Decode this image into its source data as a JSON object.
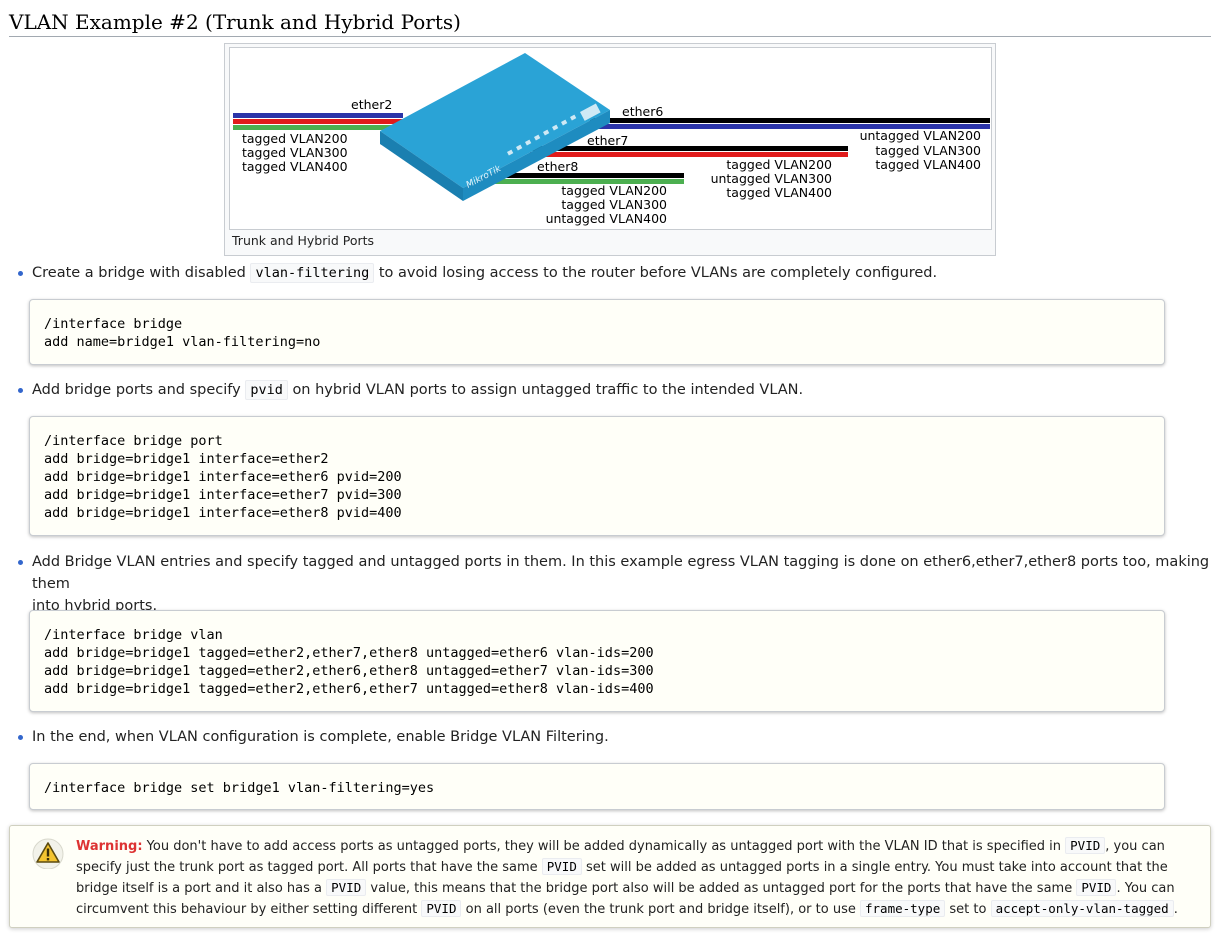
{
  "page": {
    "title": "VLAN Example #2 (Trunk and Hybrid Ports)"
  },
  "figure": {
    "caption": "Trunk and Hybrid Ports",
    "logo_text": "MikroTik",
    "ports": {
      "ether2": {
        "label": "ether2",
        "lines": [
          "tagged VLAN200",
          "tagged VLAN300",
          "tagged VLAN400"
        ]
      },
      "ether6": {
        "label": "ether6",
        "lines": [
          "untagged VLAN200",
          "tagged VLAN300",
          "tagged VLAN400"
        ]
      },
      "ether7": {
        "label": "ether7",
        "lines": [
          "tagged VLAN200",
          "untagged VLAN300",
          "tagged VLAN400"
        ]
      },
      "ether8": {
        "label": "ether8",
        "lines": [
          "tagged VLAN200",
          "tagged VLAN300",
          "untagged VLAN400"
        ]
      }
    },
    "colors": {
      "vlan200": "#2b34a8",
      "vlan300": "#e11b1b",
      "vlan400": "#4caf50",
      "untagged": "#000000",
      "router_top": "#2aa3d6",
      "router_side": "#1a7fb0"
    }
  },
  "steps": [
    {
      "text_before": "Create a bridge with disabled",
      "code": "vlan-filtering",
      "text_after": "to avoid losing access to the router before VLANs are completely configured.",
      "lines": [
        "/interface bridge",
        "add name=bridge1 vlan-filtering=no"
      ]
    },
    {
      "text_before": "Add bridge ports and specify",
      "code": "pvid",
      "text_after": "on hybrid VLAN ports to assign untagged traffic to the intended VLAN.",
      "lines": [
        "/interface bridge port",
        "add bridge=bridge1 interface=ether2",
        "add bridge=bridge1 interface=ether6 pvid=200",
        "add bridge=bridge1 interface=ether7 pvid=300",
        "add bridge=bridge1 interface=ether8 pvid=400"
      ]
    },
    {
      "text_line1": "Add Bridge VLAN entries and specify tagged and untagged ports in them. In this example egress VLAN tagging is done on ether6,ether7,ether8 ports too, making them",
      "text_line2": "into hybrid ports.",
      "lines": [
        "/interface bridge vlan",
        "add bridge=bridge1 tagged=ether2,ether7,ether8 untagged=ether6 vlan-ids=200",
        "add bridge=bridge1 tagged=ether2,ether6,ether8 untagged=ether7 vlan-ids=300",
        "add bridge=bridge1 tagged=ether2,ether6,ether7 untagged=ether8 vlan-ids=400"
      ]
    },
    {
      "text": "In the end, when VLAN configuration is complete, enable Bridge VLAN Filtering.",
      "lines": [
        "/interface bridge set bridge1 vlan-filtering=yes"
      ]
    }
  ],
  "warning": {
    "label": "Warning:",
    "icon": "warning-triangle-icon",
    "parts": {
      "t1": "You don't have to add access ports as untagged ports, they will be added dynamically as untagged port with the VLAN ID that is specified in",
      "c1": "PVID",
      "t2": ", you can specify just the trunk port as tagged port. All ports that have the same",
      "c2": "PVID",
      "t3": "set will be added as untagged ports in a single entry. You must take into account that the bridge itself is a port and it also has a",
      "c3": "PVID",
      "t4": "value, this means that the bridge port also will be added as untagged port for the ports that have the same",
      "c4": "PVID",
      "t5": ". You can circumvent this behaviour by either setting different",
      "c5": "PVID",
      "t6": "on all ports (even the trunk port and bridge itself), or to use",
      "c6": "frame-type",
      "t7": "set to",
      "c7": "accept-only-vlan-tagged",
      "t8": "."
    }
  }
}
